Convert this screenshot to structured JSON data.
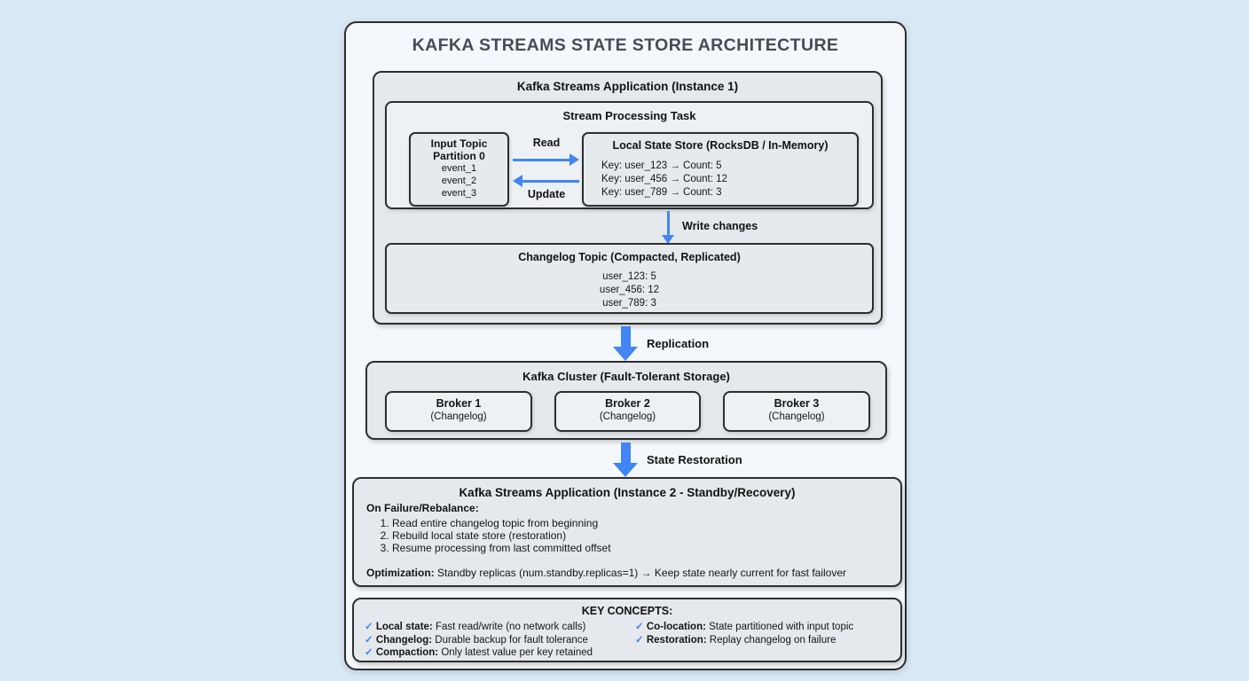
{
  "title": "KAFKA STREAMS STATE STORE ARCHITECTURE",
  "instance1": {
    "title": "Kafka Streams Application (Instance 1)",
    "task": {
      "title": "Stream Processing Task",
      "input_topic": {
        "line1": "Input Topic",
        "line2": "Partition 0",
        "events": [
          "event_1",
          "event_2",
          "event_3"
        ]
      },
      "read_label": "Read",
      "update_label": "Update",
      "state_store": {
        "title": "Local State Store (RocksDB / In-Memory)",
        "entries": [
          "Key: user_123 → Count: 5",
          "Key: user_456 → Count: 12",
          "Key: user_789 → Count: 3"
        ]
      }
    },
    "write_changes_label": "Write changes",
    "changelog": {
      "title": "Changelog Topic (Compacted, Replicated)",
      "entries": [
        "user_123: 5",
        "user_456: 12",
        "user_789: 3"
      ]
    }
  },
  "replication_label": "Replication",
  "cluster": {
    "title": "Kafka Cluster (Fault-Tolerant Storage)",
    "brokers": [
      {
        "name": "Broker 1",
        "sub": "(Changelog)"
      },
      {
        "name": "Broker 2",
        "sub": "(Changelog)"
      },
      {
        "name": "Broker 3",
        "sub": "(Changelog)"
      }
    ]
  },
  "restoration_label": "State Restoration",
  "instance2": {
    "title": "Kafka Streams Application (Instance 2 - Standby/Recovery)",
    "failure_heading": "On Failure/Rebalance:",
    "steps": [
      "Read entire changelog topic from beginning",
      "Rebuild local state store (restoration)",
      "Resume processing from last committed offset"
    ],
    "optimization_label": "Optimization:",
    "optimization_text": "Standby replicas (num.standby.replicas=1) → Keep state nearly current for fast failover"
  },
  "key_concepts": {
    "title": "KEY CONCEPTS:",
    "check": "✓",
    "left": [
      {
        "term": "Local state:",
        "desc": "Fast read/write (no network calls)"
      },
      {
        "term": "Changelog:",
        "desc": "Durable backup for fault tolerance"
      },
      {
        "term": "Compaction:",
        "desc": "Only latest value per key retained"
      }
    ],
    "right": [
      {
        "term": "Co-location:",
        "desc": "State partitioned with input topic"
      },
      {
        "term": "Restoration:",
        "desc": "Replay changelog on failure"
      }
    ]
  },
  "colors": {
    "accent_blue": "#4285f4",
    "page_background": "#d9e8f5",
    "box_border": "#2e2e2e"
  }
}
